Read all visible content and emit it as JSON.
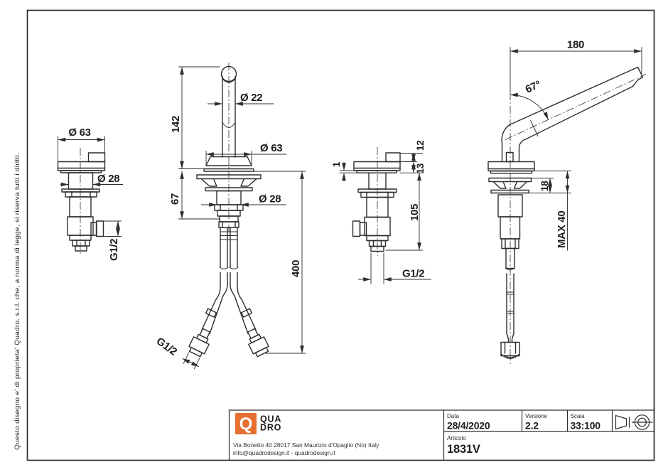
{
  "frame": {
    "copyright_note": "Questo disegno e' di proprieta' Quadro. s.r.l. che, a norma di legge, si riserva tutti i diritti."
  },
  "dims": {
    "v1_d63": "Ø 63",
    "v1_d28": "Ø 28",
    "v1_g12": "G1/2",
    "v2_142": "142",
    "v2_d22": "Ø 22",
    "v2_d63": "Ø 63",
    "v2_67": "67",
    "v2_d28": "Ø 28",
    "v2_400": "400",
    "v2_g12": "G1/2",
    "v3_1": "1",
    "v3_12": "12",
    "v3_13": "13",
    "v3_105": "105",
    "v3_g12": "G1/2",
    "v4_180": "180",
    "v4_67deg": "67°",
    "v4_18": "18",
    "v4_max": "MAX 40"
  },
  "title_block": {
    "logo": {
      "q": "Q",
      "line1": "QUA",
      "line2": "DRO"
    },
    "address_line1": "Via Bonetto 40  28017 San Maurizio d'Opaglio (No) Italy",
    "address_line2": "info@quadrodesign.it  -  quadrodesign.it",
    "data_label": "Data",
    "data_value": "28/4/2020",
    "versione_label": "Versione",
    "versione_value": "2.2",
    "scala_label": "Scala",
    "scala_value": "33:100",
    "articolo_label": "Articolo",
    "articolo_value": "1831V"
  },
  "colors": {
    "line": "#2d2d2d",
    "accent": "#e5702f"
  }
}
